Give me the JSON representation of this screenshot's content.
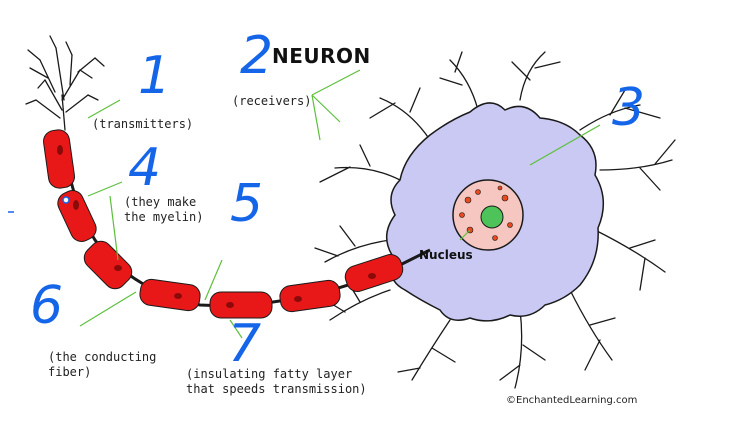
{
  "title": "NEURON",
  "labels": {
    "transmitters": "(transmitters)",
    "receivers": "(receivers)",
    "myelin": "(they make\nthe myelin)",
    "fiber": "(the conducting\nfiber)",
    "insulating": "(insulating fatty layer\nthat speeds transmission)",
    "nucleus": "Nucleus"
  },
  "credit": "©EnchantedLearning.com",
  "annotations": [
    "1",
    "2",
    "3",
    "4",
    "5",
    "6",
    "7"
  ],
  "colors": {
    "cell_body": "#c9c9f3",
    "outline": "#1a1a1a",
    "myelin": "#e81818",
    "pointer_line": "#5cc03c",
    "handwriting": "#1565e8",
    "nucleus_fill": "#f6c7c0",
    "nucleolus": "#4dc35a"
  }
}
